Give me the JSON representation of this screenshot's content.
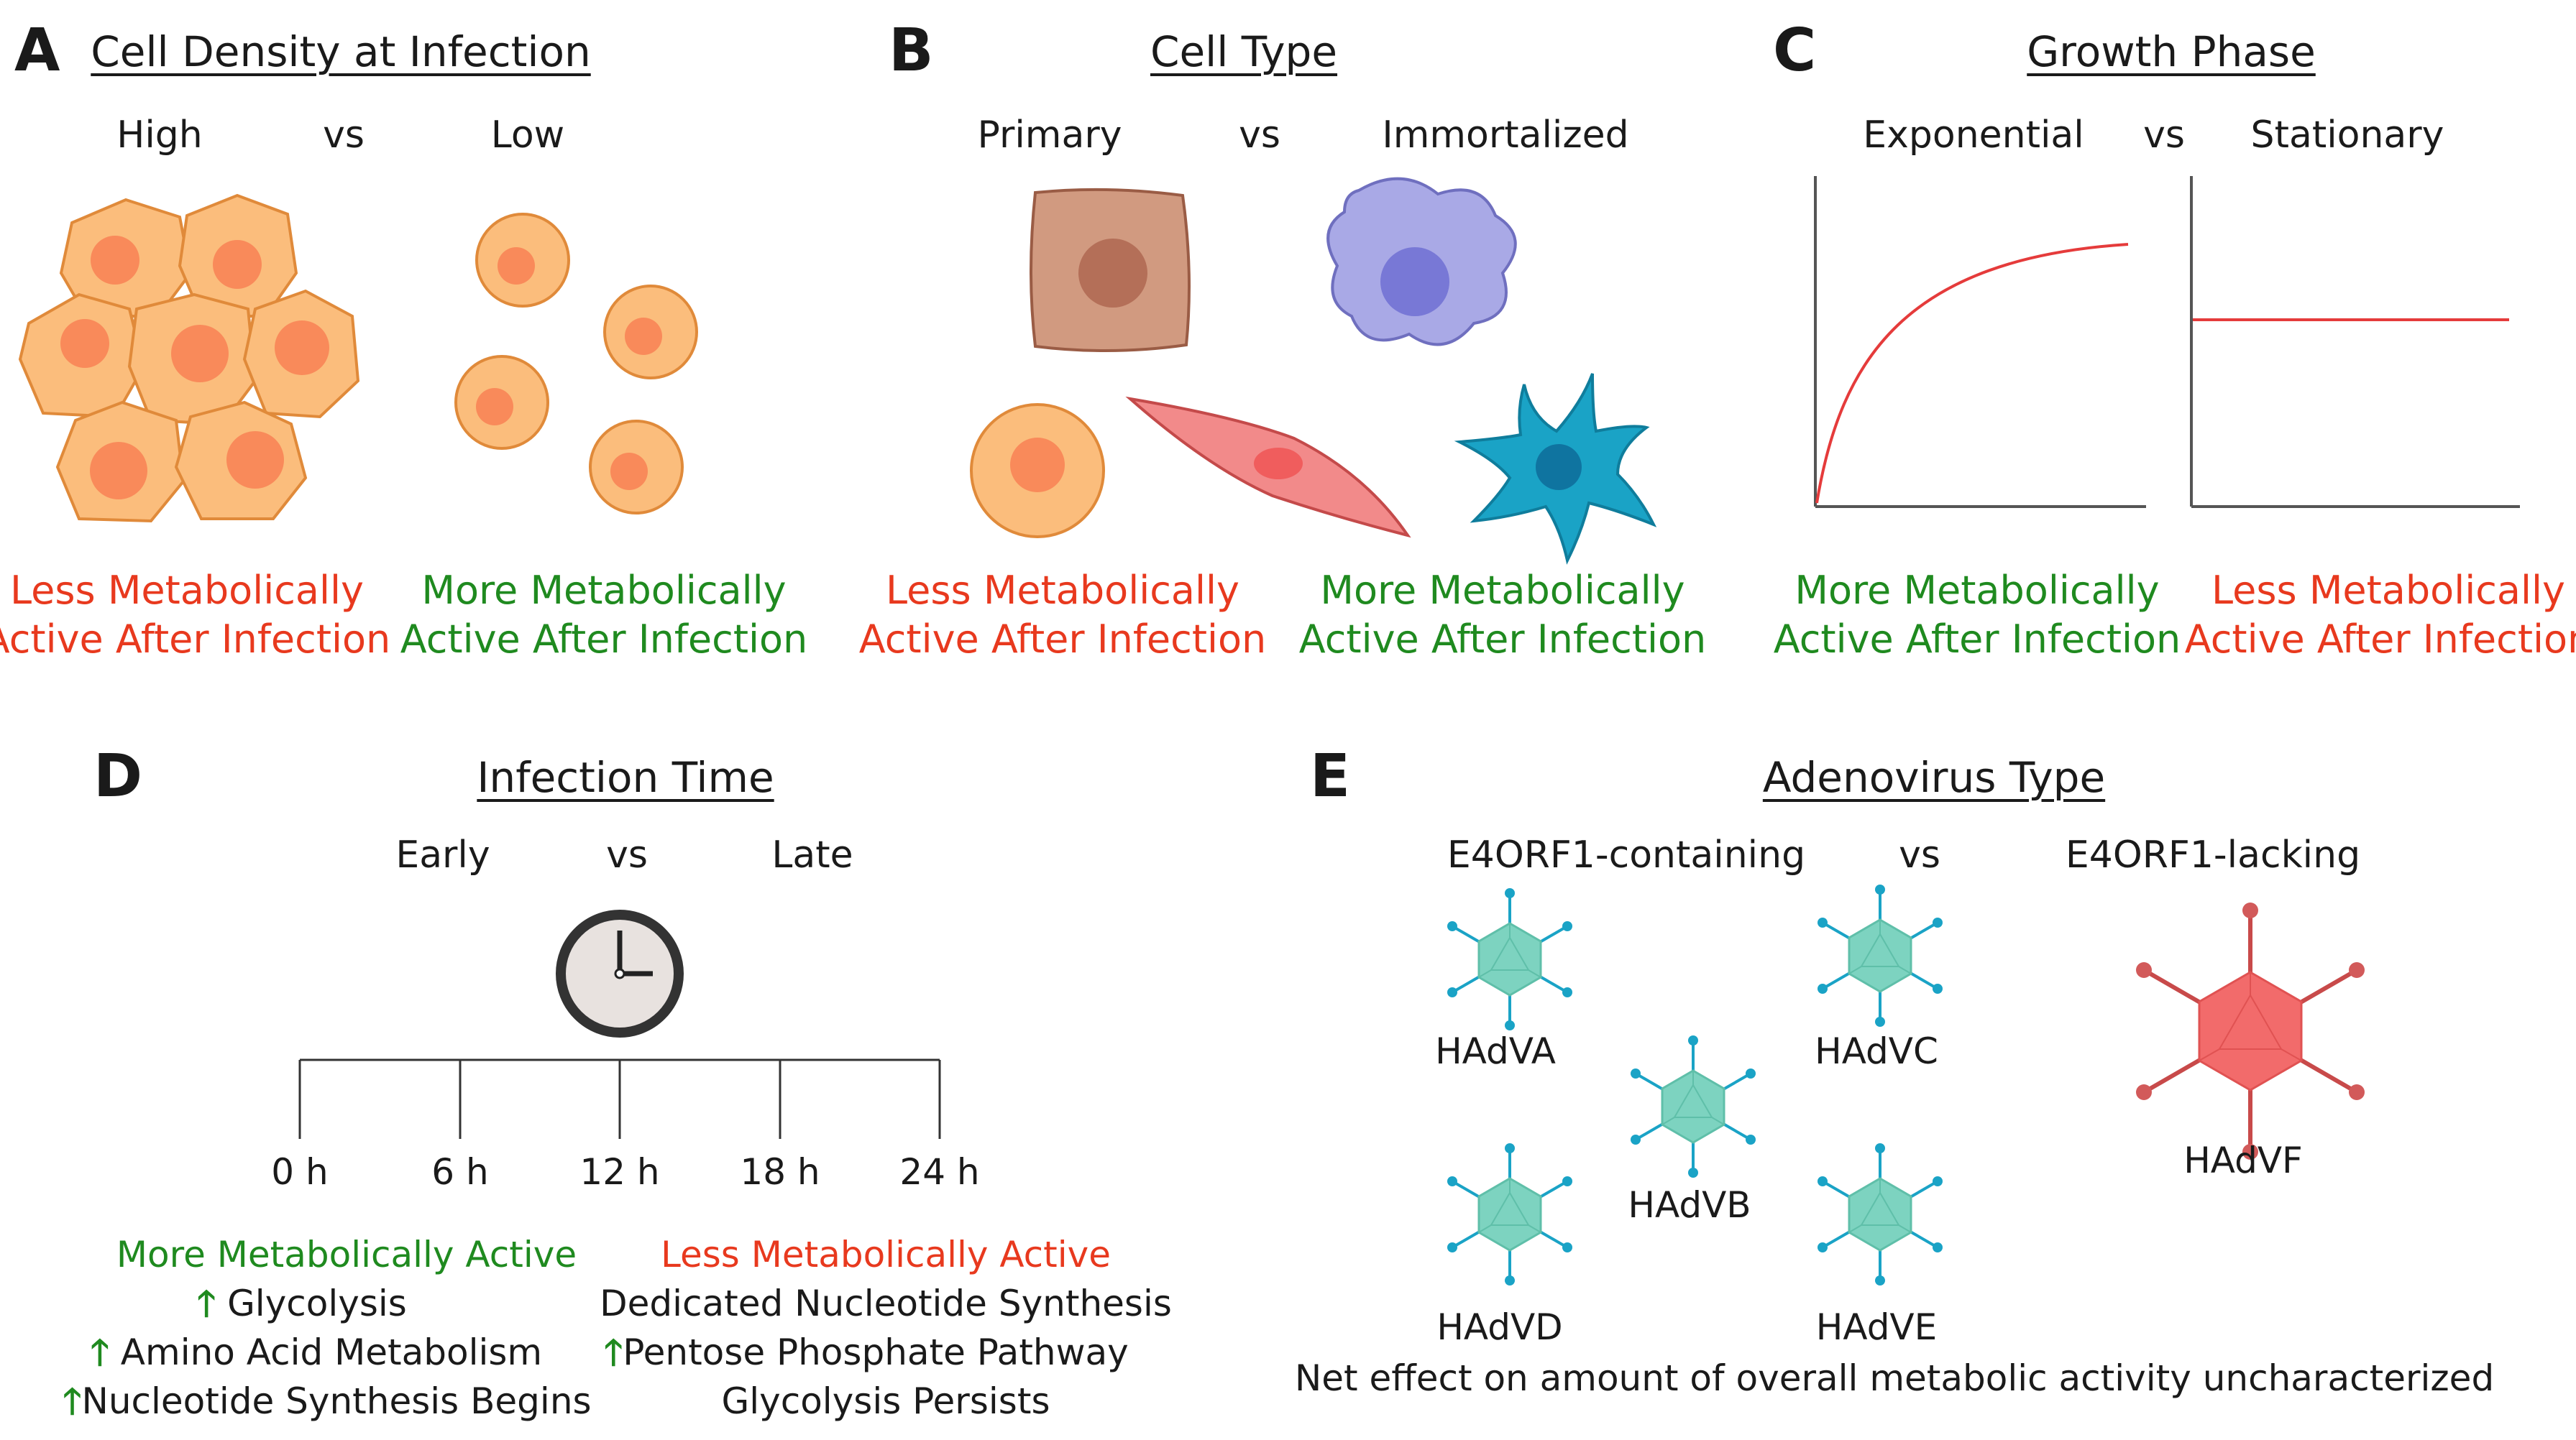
{
  "panels": {
    "a": {
      "letter": "A",
      "title": "Cell Density at Infection",
      "left_label": "High",
      "vs": "vs",
      "right_label": "Low",
      "left_outcome": [
        "Less Metabolically",
        "Active After Infection"
      ],
      "right_outcome": [
        "More Metabolically",
        "Active After Infection"
      ]
    },
    "b": {
      "letter": "B",
      "title": "Cell Type",
      "left_label": "Primary",
      "vs": "vs",
      "right_label": "Immortalized",
      "left_outcome": [
        "Less Metabolically",
        "Active After Infection"
      ],
      "right_outcome": [
        "More Metabolically",
        "Active After Infection"
      ]
    },
    "c": {
      "letter": "C",
      "title": "Growth Phase",
      "left_label": "Exponential",
      "vs": "vs",
      "right_label": "Stationary",
      "left_outcome": [
        "More Metabolically",
        "Active After Infection"
      ],
      "right_outcome": [
        "Less Metabolically",
        "Active After Infection"
      ]
    },
    "d": {
      "letter": "D",
      "title": "Infection Time",
      "left_label": "Early",
      "vs": "vs",
      "right_label": "Late",
      "ticks": [
        "0 h",
        "6 h",
        "12 h",
        "18 h",
        "24 h"
      ],
      "early_heading": "More Metabolically Active",
      "early_items": [
        "Glycolysis",
        "Amino Acid Metabolism",
        "Nucleotide Synthesis Begins"
      ],
      "late_heading": "Less Metabolically Active",
      "late_items": [
        "Dedicated Nucleotide Synthesis",
        "Pentose Phosphate Pathway",
        "Glycolysis Persists"
      ]
    },
    "e": {
      "letter": "E",
      "title": "Adenovirus Type",
      "left_label": "E4ORF1-containing",
      "vs": "vs",
      "right_label": "E4ORF1-lacking",
      "viruses": [
        "HAdVA",
        "HAdVB",
        "HAdVC",
        "HAdVD",
        "HAdVE",
        "HAdVF"
      ],
      "footer": "Net effect on amount of overall metabolic activity uncharacterized"
    }
  },
  "colors": {
    "red_text": "#e8391e",
    "green_text": "#1f8a1f",
    "cell_fill": "#fbbd7c",
    "cell_nucleus": "#f98a5a",
    "virus_teal": "#7dd3c0",
    "virus_red": "#f26b6b",
    "curve_red": "#e53b3b"
  },
  "icons": [
    "up-arrow-icon",
    "clock-icon",
    "virus-icon",
    "cell-icon"
  ]
}
